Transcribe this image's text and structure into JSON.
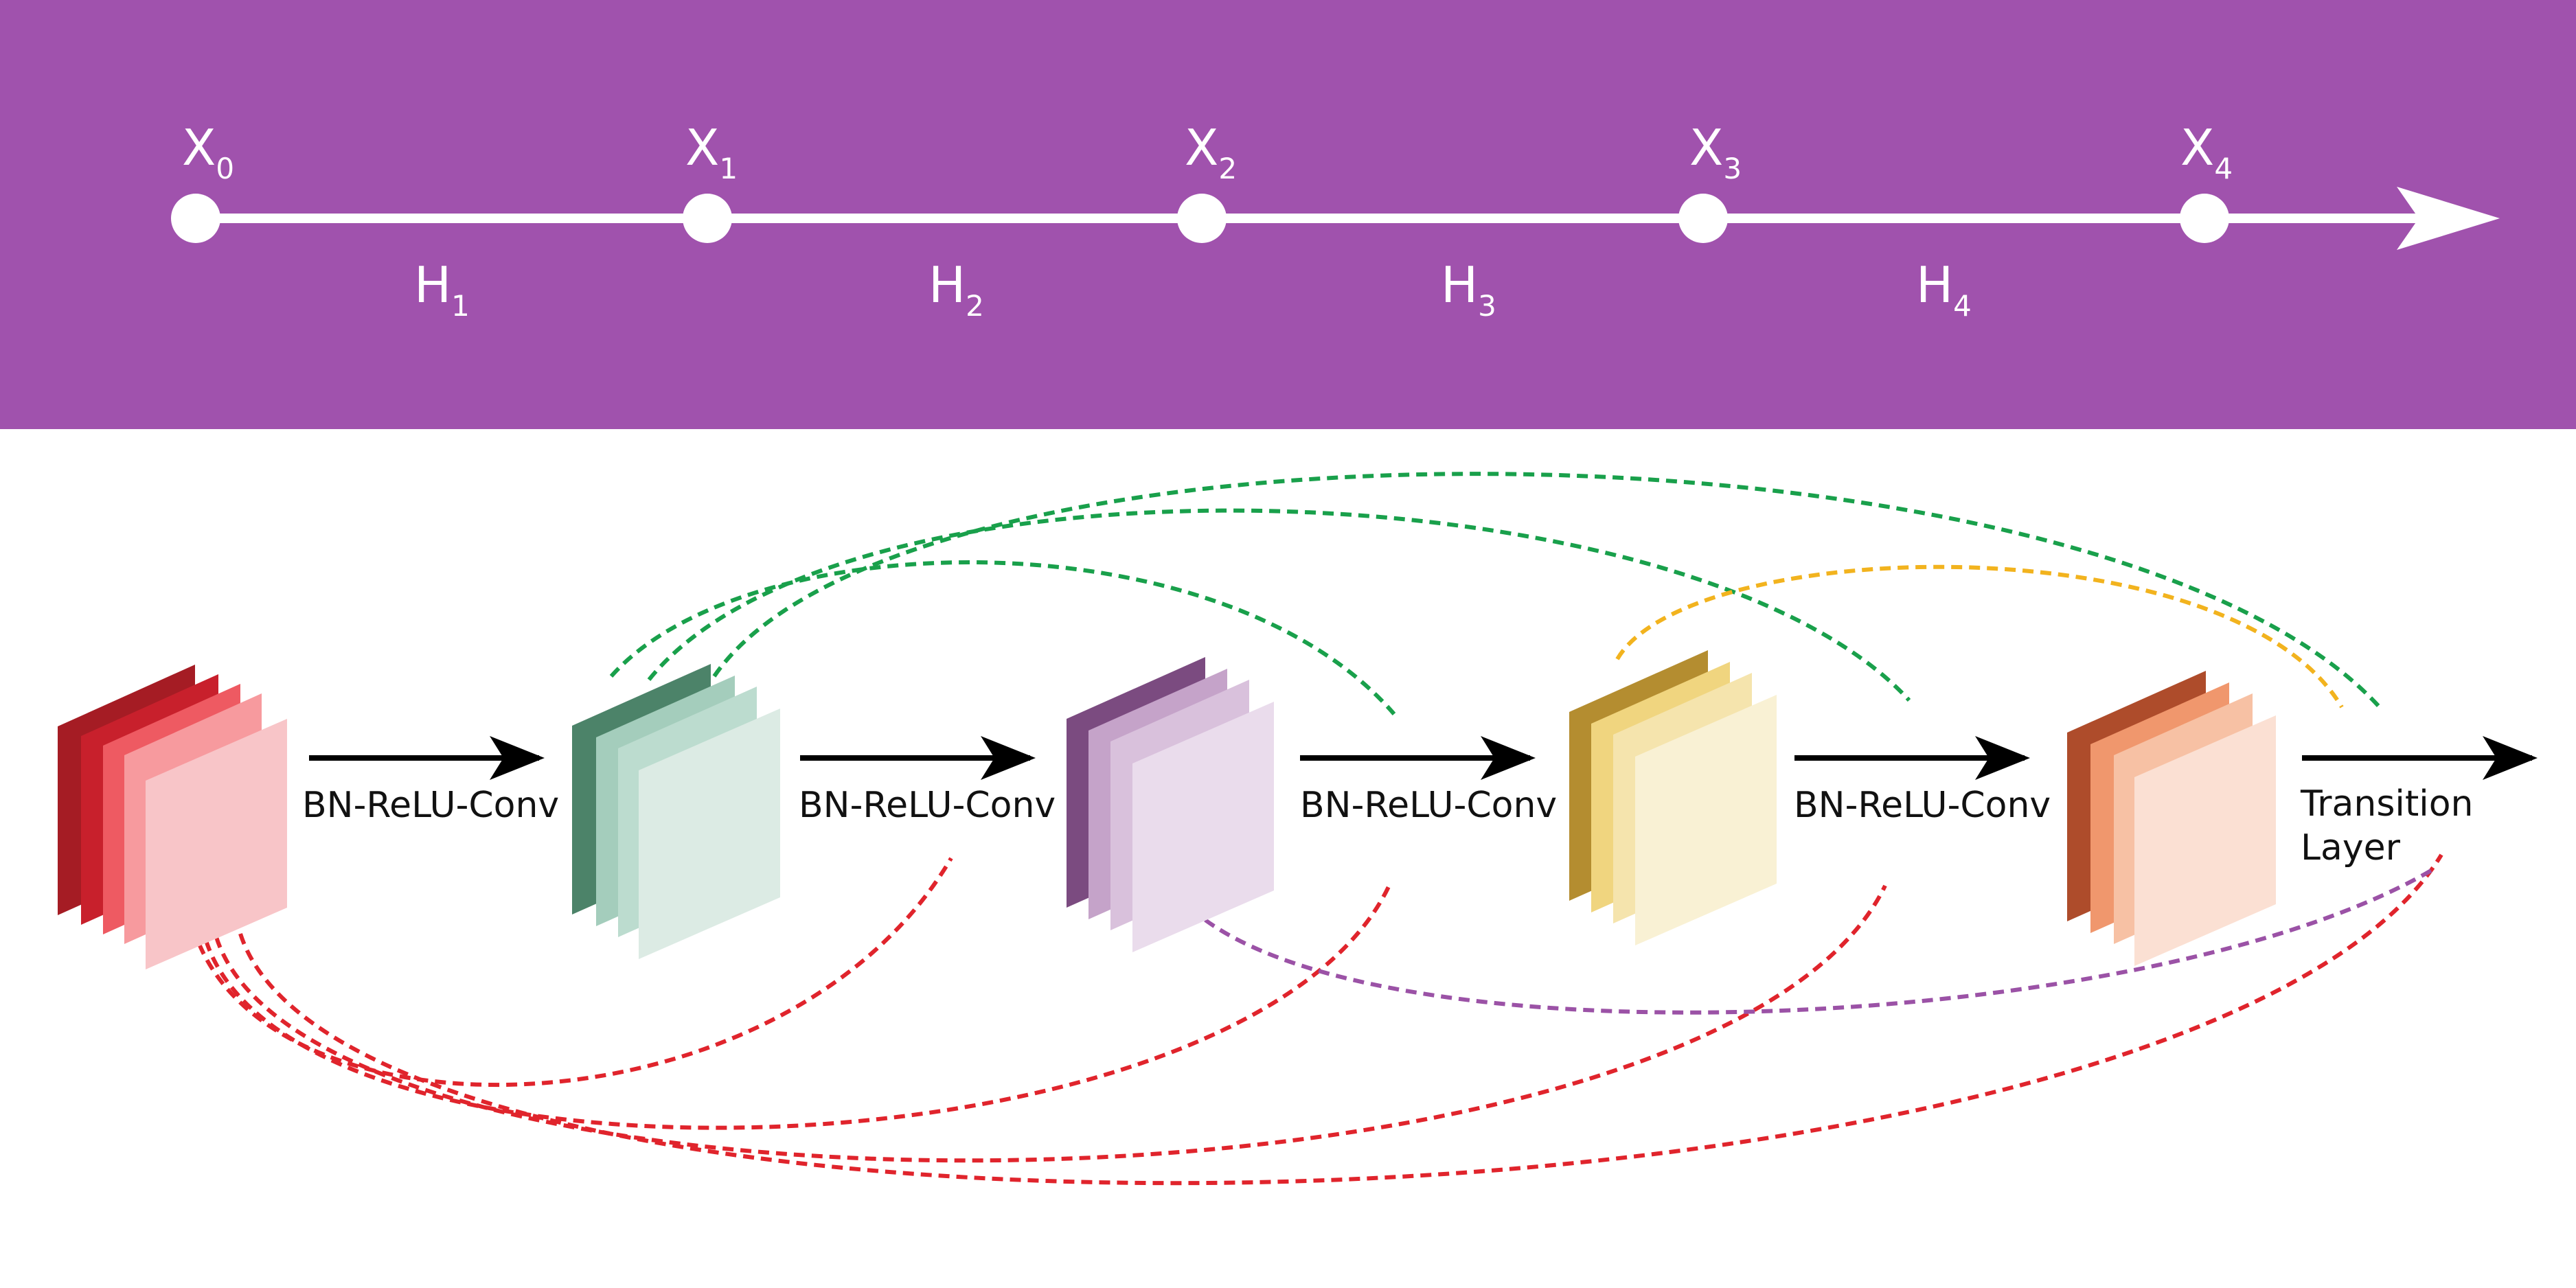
{
  "banner": {
    "background": "#a052ad",
    "nodes": [
      {
        "id": "x0",
        "label": "X",
        "sub": "0"
      },
      {
        "id": "x1",
        "label": "X",
        "sub": "1"
      },
      {
        "id": "x2",
        "label": "X",
        "sub": "2"
      },
      {
        "id": "x3",
        "label": "X",
        "sub": "3"
      },
      {
        "id": "x4",
        "label": "X",
        "sub": "4"
      }
    ],
    "edges": [
      {
        "label": "H",
        "sub": "1"
      },
      {
        "label": "H",
        "sub": "2"
      },
      {
        "label": "H",
        "sub": "3"
      },
      {
        "label": "H",
        "sub": "4"
      }
    ]
  },
  "blocks": [
    {
      "id": "block-0",
      "colors": [
        "#a51c24",
        "#c8202c",
        "#ee5a62",
        "#f79a9e",
        "#f8c5c8"
      ]
    },
    {
      "id": "block-1",
      "colors": [
        "#4c8369",
        "#a4cdbc",
        "#bcdccf",
        "#dcebe4"
      ]
    },
    {
      "id": "block-2",
      "colors": [
        "#7b4b80",
        "#c5a3c9",
        "#d9c1dc",
        "#eadcec"
      ]
    },
    {
      "id": "block-3",
      "colors": [
        "#b48d30",
        "#f0d57f",
        "#f5e4ad",
        "#f9f1d4"
      ]
    },
    {
      "id": "block-4",
      "colors": [
        "#ae4c2b",
        "#f0976d",
        "#f7c1a4",
        "#fbe0d3"
      ]
    }
  ],
  "operations": [
    {
      "lines": [
        "BN-ReLU-Conv"
      ]
    },
    {
      "lines": [
        "BN-ReLU-Conv"
      ]
    },
    {
      "lines": [
        "BN-ReLU-Conv"
      ]
    },
    {
      "lines": [
        "BN-ReLU-Conv"
      ]
    },
    {
      "lines": [
        "Transition",
        "Layer"
      ]
    }
  ],
  "connection_colors": {
    "red": "#e0242c",
    "green": "#19a04b",
    "purple": "#9b52a6",
    "yellow": "#f2b31e"
  }
}
